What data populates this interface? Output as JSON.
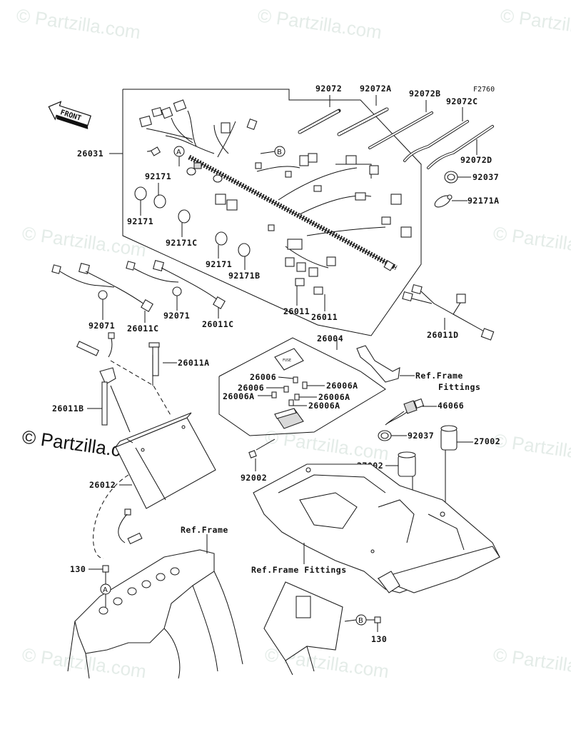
{
  "diagram": {
    "figure_code": "F2760",
    "front_label": "FRONT",
    "watermark_text": "© Partzilla.com",
    "callouts": {
      "A": "A",
      "B": "B"
    },
    "labels": {
      "p26031": "26031",
      "p92072": "92072",
      "p92072A": "92072A",
      "p92072B": "92072B",
      "p92072C": "92072C",
      "p92072D": "92072D",
      "p92037a": "92037",
      "p92171A": "92171A",
      "p92171a": "92171",
      "p92171b": "92171",
      "p92171c": "92171",
      "p92171C": "92171C",
      "p92171B": "92171B",
      "p92071a": "92071",
      "p92071b": "92071",
      "p26011Ca": "26011C",
      "p26011Cb": "26011C",
      "p26011a": "26011",
      "p26011b": "26011",
      "p26011D": "26011D",
      "p26011A": "26011A",
      "p26011B": "26011B",
      "p26004": "26004",
      "p26006a": "26006",
      "p26006b": "26006",
      "p26006Aa": "26006A",
      "p26006Ab": "26006A",
      "p26006Ac": "26006A",
      "p26006Ad": "26006A",
      "pRefFrameFittings1": "Ref.Frame",
      "pRefFrameFittings1b": "Fittings",
      "p46066": "46066",
      "p92037b": "92037",
      "p27002a": "27002",
      "p27002b": "27002",
      "p92002": "92002",
      "p26012": "26012",
      "pRefFrame": "Ref.Frame",
      "pRefFrameFittings2": "Ref.Frame Fittings",
      "p130a": "130",
      "p130b": "130"
    },
    "fuse_box_text": "FUSE"
  }
}
